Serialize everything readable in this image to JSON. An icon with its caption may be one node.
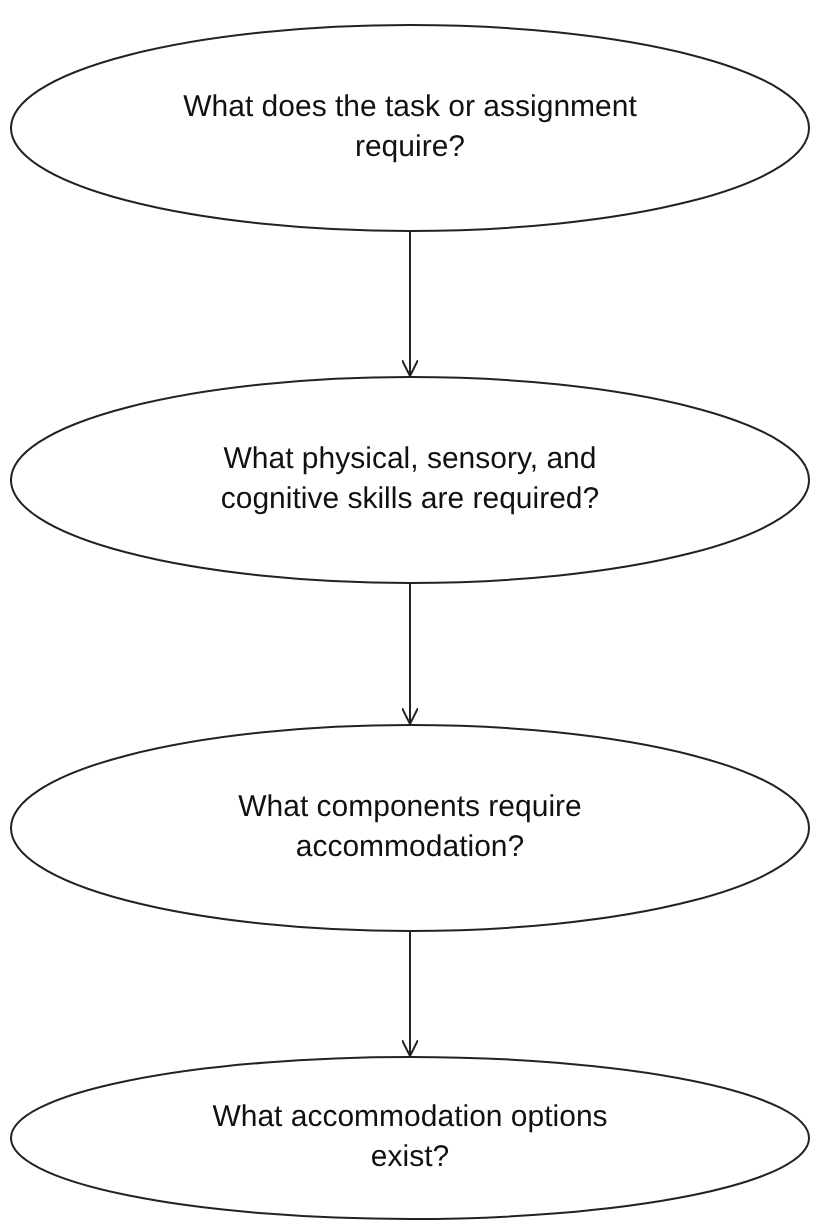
{
  "diagram": {
    "nodes": [
      {
        "text": [
          "What does the task or assignment require?"
        ]
      },
      {
        "text": [
          "What physical, sensory, and cognitive skills are required?"
        ]
      },
      {
        "text": [
          "What components require accommodation?"
        ]
      },
      {
        "text": [
          "What accommodation options exist?"
        ]
      }
    ],
    "edges": [
      {
        "from": 0,
        "to": 1,
        "arrow": "to"
      },
      {
        "from": 1,
        "to": 2,
        "arrow": "to"
      },
      {
        "from": 2,
        "to": 3,
        "arrow": "to"
      }
    ]
  }
}
